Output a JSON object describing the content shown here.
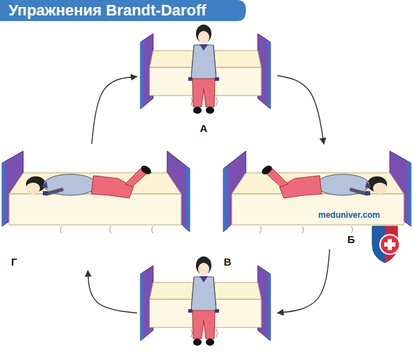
{
  "diagram": {
    "title": "Упражнения Brandt-Daroff",
    "nodes": [
      {
        "text": [
          "А"
        ]
      },
      {
        "text": [
          "Б"
        ]
      },
      {
        "text": [
          "В"
        ]
      },
      {
        "text": [
          "Г"
        ]
      }
    ],
    "edges": [
      {
        "from": 0,
        "to": 1,
        "arrow": "to"
      },
      {
        "from": 1,
        "to": 2,
        "arrow": "to"
      },
      {
        "from": 2,
        "to": 3,
        "arrow": "to"
      },
      {
        "from": 3,
        "to": 0,
        "arrow": "to"
      }
    ],
    "labels": [
      "meduniver.com"
    ]
  }
}
